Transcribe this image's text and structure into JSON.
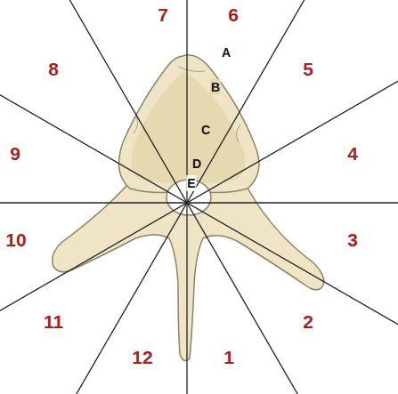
{
  "diagram": {
    "labels": [
      "7",
      "6",
      "A",
      "8",
      "5",
      "B",
      "C",
      "9",
      "4",
      "D",
      "E",
      "10",
      "3",
      "11",
      "2",
      "12",
      "1"
    ]
  }
}
